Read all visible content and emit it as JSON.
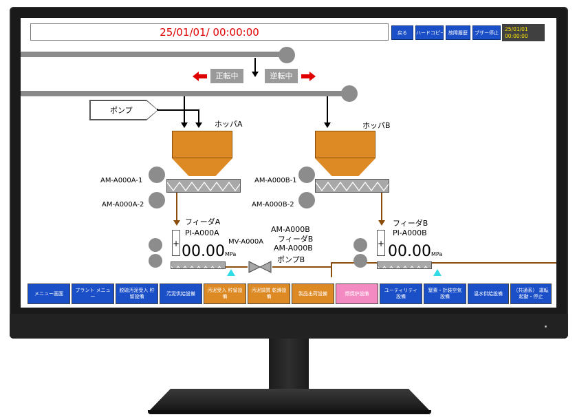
{
  "header": {
    "datetime": "25/01/01/ 00:00:00",
    "buttons": [
      "戻る",
      "ハードコピー",
      "故障履歴",
      "ブザー停止"
    ],
    "clock_date": "25/01/01",
    "clock_time": "00:00:00"
  },
  "process": {
    "status_forward": "正転中",
    "status_reverse": "逆転中",
    "pump_label": "ポンプ",
    "hopper_a": "ホッパA",
    "hopper_b": "ホッパB",
    "motor_a1": "AM-A000A-1",
    "motor_a2": "AM-A000A-2",
    "motor_b1": "AM-A000B-1",
    "motor_b2": "AM-A000B-2",
    "feeder_a": "フィーダA",
    "feeder_b": "フィーダB",
    "pi_a": "PI-A000A",
    "pi_b": "PI-A000B",
    "pi_plus": "+",
    "pressure_a_value": "00.00",
    "pressure_b_value": "00.00",
    "pressure_unit": "MPa",
    "valve_label": "MV-A000A",
    "am_b_top": "AM-A000B",
    "feeder_b_mid": "フィーダB",
    "am_b_bottom": "AM-A000B",
    "pump_b": "ポンプB"
  },
  "colors": {
    "nav_blue": "#1a4fc8",
    "nav_orange": "#dd8a25",
    "nav_pink": "#f48ac2",
    "hopper": "#dd8a25",
    "alarm_red": "#e00000",
    "cyan": "#31dce6"
  },
  "nav": [
    {
      "label": "メニュー画面",
      "color": "#1a4fc8"
    },
    {
      "label": "プラント メニュー",
      "color": "#1a4fc8"
    },
    {
      "label": "脱硫汚泥受入 貯留設備",
      "color": "#1a4fc8"
    },
    {
      "label": "汚泥供給設備",
      "color": "#1a4fc8"
    },
    {
      "label": "汚泥受入 貯留設備",
      "color": "#dd8a25"
    },
    {
      "label": "汚泥調質 乾燥設備",
      "color": "#dd8a25"
    },
    {
      "label": "製品出荷設備",
      "color": "#dd8a25"
    },
    {
      "label": "燃焼炉設備",
      "color": "#f48ac2"
    },
    {
      "label": "ユーティリティ 設備",
      "color": "#1a4fc8"
    },
    {
      "label": "窒素・計装空気 設備",
      "color": "#1a4fc8"
    },
    {
      "label": "温水供給設備",
      "color": "#1a4fc8"
    },
    {
      "label": "（共通系） 運転 起動・停止",
      "color": "#1a4fc8"
    }
  ]
}
